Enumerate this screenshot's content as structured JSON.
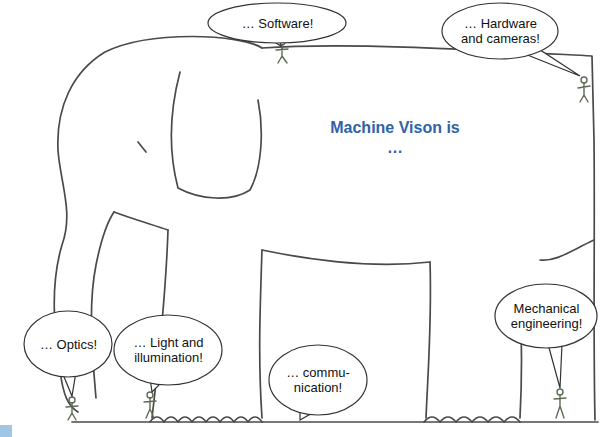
{
  "diagram": {
    "nodes": [
      {
        "text": [
          "… Software!"
        ]
      },
      {
        "text": [
          "… Hardware and cameras!"
        ]
      },
      {
        "text": [
          "Mechanical engineering!"
        ]
      },
      {
        "text": [
          "… Optics!"
        ]
      },
      {
        "text": [
          "… Light and illumination!"
        ]
      },
      {
        "text": [
          "… commu- nication!"
        ]
      }
    ],
    "labels": [
      "Machine Vison is …"
    ]
  }
}
